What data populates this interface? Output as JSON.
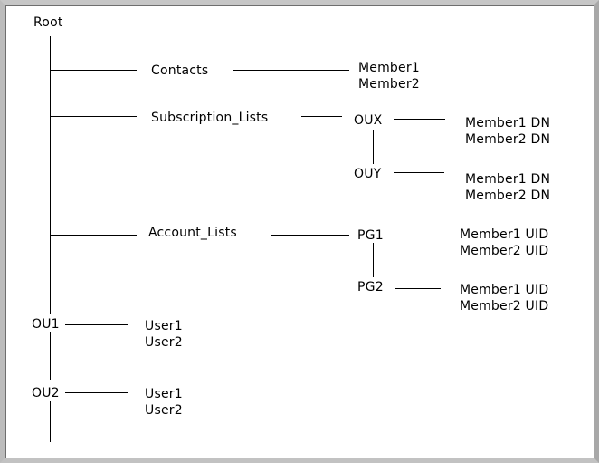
{
  "tree": {
    "root": "Root",
    "branches": [
      {
        "label": "Contacts",
        "members": [
          "Member1",
          "Member2"
        ]
      },
      {
        "label": "Subscription_Lists",
        "groups": [
          {
            "label": "OUX",
            "members": [
              "Member1 DN",
              "Member2 DN"
            ]
          },
          {
            "label": "OUY",
            "members": [
              "Member1 DN",
              "Member2 DN"
            ]
          }
        ]
      },
      {
        "label": "Account_Lists",
        "groups": [
          {
            "label": "PG1",
            "members": [
              "Member1 UID",
              "Member2 UID"
            ]
          },
          {
            "label": "PG2",
            "members": [
              "Member1 UID",
              "Member2 UID"
            ]
          }
        ]
      },
      {
        "label": "OU1",
        "members": [
          "User1",
          "User2"
        ]
      },
      {
        "label": "OU2",
        "members": [
          "User1",
          "User2"
        ]
      }
    ],
    "colors": {
      "line": "#000000",
      "text": "#000000",
      "background": "#ffffff",
      "frame_light": "#c6c6c6",
      "frame_dark": "#6e6e6e"
    }
  }
}
